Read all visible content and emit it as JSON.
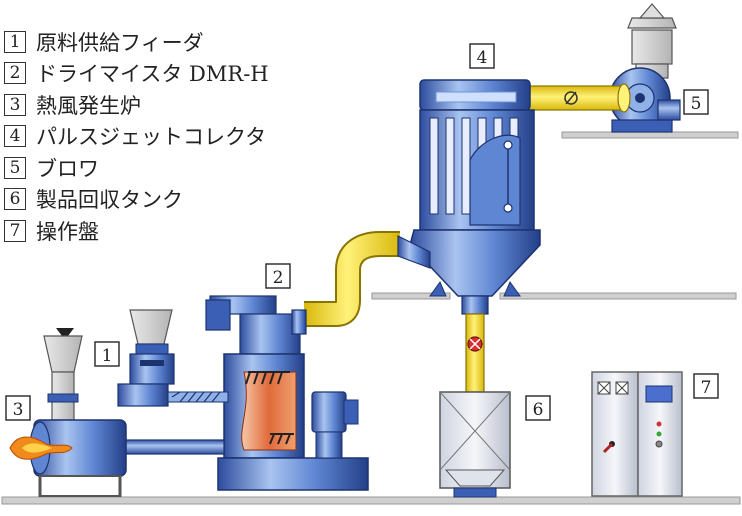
{
  "legend": [
    {
      "num": "1",
      "label": "原料供給フィーダ"
    },
    {
      "num": "2",
      "label": "ドライマイスタ DMR-H"
    },
    {
      "num": "3",
      "label": "熱風発生炉"
    },
    {
      "num": "4",
      "label": "パルスジェットコレクタ"
    },
    {
      "num": "5",
      "label": "ブロワ"
    },
    {
      "num": "6",
      "label": "製品回収タンク"
    },
    {
      "num": "7",
      "label": "操作盤"
    }
  ],
  "callouts": {
    "c1": "1",
    "c2": "2",
    "c3": "3",
    "c4": "4",
    "c5": "5",
    "c6": "6",
    "c7": "7"
  },
  "colors": {
    "equipment_blue": "#3a5fb5",
    "equipment_light": "#8fb1e8",
    "duct_yellow": "#f2dc22",
    "hot_zone": "#e06a3b",
    "flame": "#f08a1c",
    "floor_grey": "#c9c9c9"
  }
}
